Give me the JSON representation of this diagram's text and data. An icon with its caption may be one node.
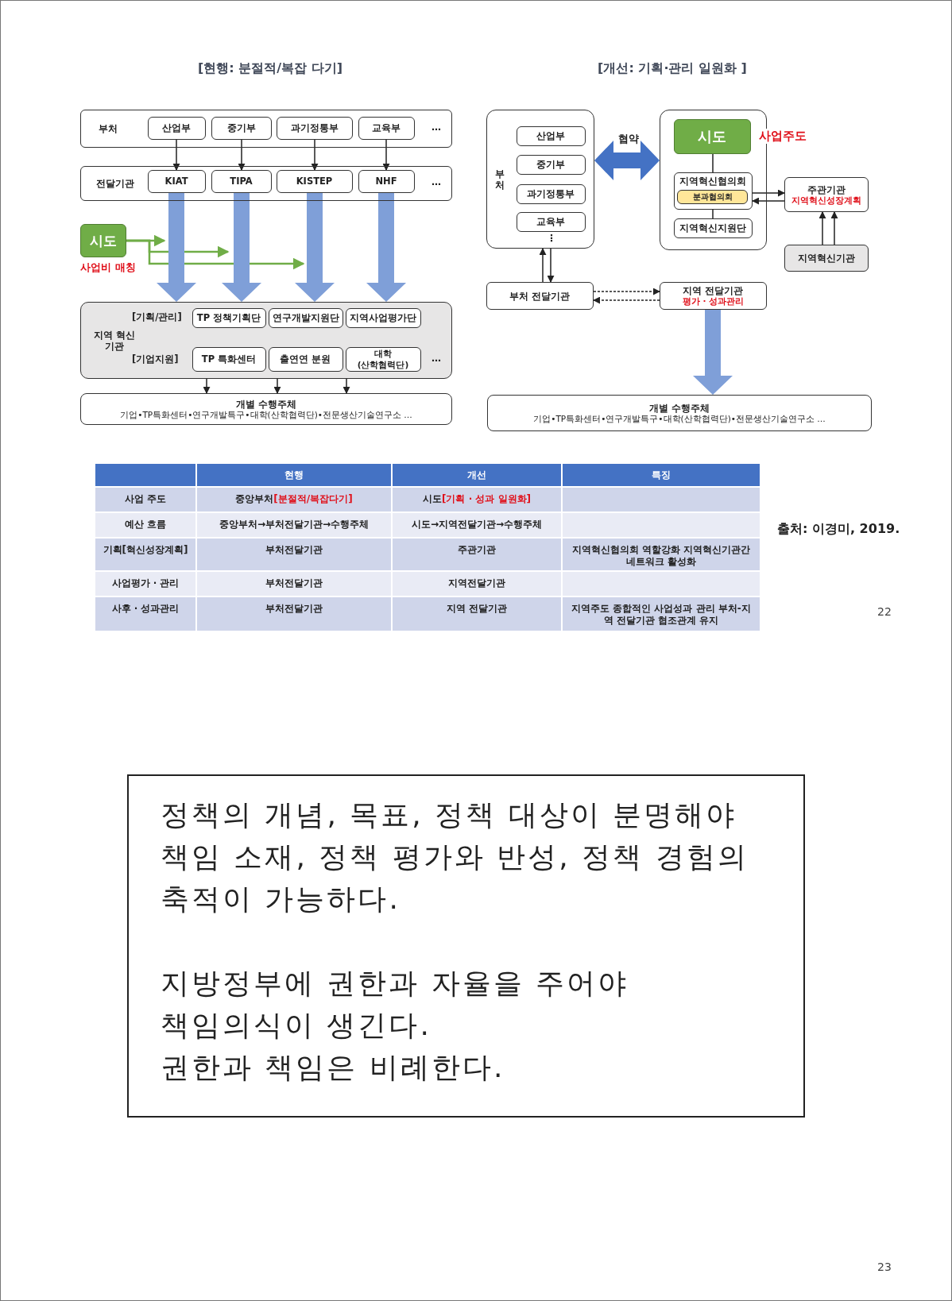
{
  "diagram": {
    "nodes": [
      {
        "text": [
          "부처"
        ]
      },
      {
        "text": [
          "산업부"
        ],
        "in": 0
      },
      {
        "text": [
          "중기부"
        ],
        "in": 0
      },
      {
        "text": [
          "과기정통부"
        ],
        "in": 0
      },
      {
        "text": [
          "교육부"
        ],
        "in": 0
      },
      {
        "text": [
          "전달기관"
        ]
      },
      {
        "text": [
          "KIAT"
        ],
        "in": 5
      },
      {
        "text": [
          "TIPA"
        ],
        "in": 5
      },
      {
        "text": [
          "KISTEP"
        ],
        "in": 5
      },
      {
        "text": [
          "NHF"
        ],
        "in": 5
      },
      {
        "text": [
          "시도"
        ],
        "beside": [
          "사업비 매칭"
        ]
      },
      {
        "text": [
          "지역 혁신기관"
        ]
      },
      {
        "text": [
          "TP 정책기획단"
        ],
        "in": 11
      },
      {
        "text": [
          "연구개발지원단"
        ],
        "in": 11
      },
      {
        "text": [
          "지역사업평가단"
        ],
        "in": 11
      },
      {
        "text": [
          "TP 특화센터"
        ],
        "in": 11
      },
      {
        "text": [
          "출연연 분원"
        ],
        "in": 11
      },
      {
        "text": [
          "대학 (산학협력단)"
        ],
        "in": 11
      },
      {
        "text": [
          "개별 수행주체",
          "기업•TP특화센터•연구개발특구•대학(산학협력단)•전문생산기술연구소 …"
        ]
      },
      {
        "text": [
          "부처"
        ]
      },
      {
        "text": [
          "산업부"
        ],
        "in": 19
      },
      {
        "text": [
          "중기부"
        ],
        "in": 19
      },
      {
        "text": [
          "과기정통부"
        ],
        "in": 19
      },
      {
        "text": [
          "교육부"
        ],
        "in": 19
      },
      {
        "text": [],
        "shape": "box"
      },
      {
        "text": [
          "시도"
        ],
        "in": 24,
        "beside": [
          "사업주도"
        ]
      },
      {
        "text": [
          "지역혁신협의회"
        ],
        "in": 24
      },
      {
        "text": [
          "분과협의회"
        ],
        "in": 26
      },
      {
        "text": [
          "지역혁신지원단"
        ],
        "in": 24
      },
      {
        "text": [
          "주관기관",
          "지역혁신성장계획"
        ]
      },
      {
        "text": [
          "지역혁신기관"
        ]
      },
      {
        "text": [
          "부처 전달기관"
        ]
      },
      {
        "text": [
          "지역 전달기관",
          "평가 · 성과관리"
        ]
      },
      {
        "text": [
          "개별 수행주체",
          "기업•TP특화센터•연구개발특구•대학(산학협력단)•전문생산기술연구소 …"
        ]
      },
      {
        "text": [
          "정책의 개념, 목표, 정책 대상이 분명해야 책임 소재, 정책 평가와 반성, 정책 경험의 축적이 가능하다.",
          "지방정부에 권한과 자율을 주어야 책임의식이 생긴다.",
          "권한과 책임은 비례한다."
        ]
      }
    ],
    "edges": [
      {
        "from": 1,
        "to": 6,
        "arrow": "to"
      },
      {
        "from": 2,
        "to": 7,
        "arrow": "to"
      },
      {
        "from": 3,
        "to": 8,
        "arrow": "to"
      },
      {
        "from": 4,
        "to": 9,
        "arrow": "to"
      },
      {
        "from": 10,
        "to": null,
        "arrow": "to",
        "color": "#70ad47"
      },
      {
        "from": 10,
        "to": null,
        "arrow": "to",
        "color": "#70ad47"
      },
      {
        "from": 10,
        "to": null,
        "arrow": "to",
        "color": "#70ad47"
      },
      {
        "from": 6,
        "to": 11,
        "arrow": "to",
        "style": "thick",
        "color": "#7f9fd8"
      },
      {
        "from": 7,
        "to": 11,
        "arrow": "to",
        "style": "thick",
        "color": "#7f9fd8"
      },
      {
        "from": 8,
        "to": 11,
        "arrow": "to",
        "style": "thick",
        "color": "#7f9fd8"
      },
      {
        "from": 9,
        "to": 11,
        "arrow": "to",
        "style": "thick",
        "color": "#7f9fd8"
      },
      {
        "from": 11,
        "to": 18,
        "arrow": "to"
      },
      {
        "from": 11,
        "to": 18,
        "arrow": "to"
      },
      {
        "from": 11,
        "to": 18,
        "arrow": "to"
      },
      {
        "from": 19,
        "to": 24,
        "arrow": "both",
        "label": "협약",
        "style": "thick",
        "color": "#4472c4"
      },
      {
        "from": 25,
        "to": 26,
        "arrow": "none"
      },
      {
        "from": 26,
        "to": 28,
        "arrow": "none"
      },
      {
        "from": 26,
        "to": 29,
        "arrow": "to"
      },
      {
        "from": 29,
        "to": 26,
        "arrow": "to"
      },
      {
        "from": 30,
        "to": 29,
        "arrow": "to"
      },
      {
        "from": 30,
        "to": 29,
        "arrow": "to"
      },
      {
        "from": 31,
        "to": 19,
        "arrow": "to"
      },
      {
        "from": 19,
        "to": 31,
        "arrow": "to"
      },
      {
        "from": 31,
        "to": 32,
        "arrow": "to",
        "style": "dashed"
      },
      {
        "from": 32,
        "to": 31,
        "arrow": "to",
        "style": "dashed"
      },
      {
        "from": 32,
        "to": 33,
        "arrow": "to",
        "style": "thick",
        "color": "#7f9fd8"
      }
    ],
    "labels": [
      "[현행: 분절적/복잡 다기]",
      "[개선: 기획·관리 일원화 ]",
      "…",
      "…",
      "[기획/관리]",
      "[기업지원]",
      "…",
      "⋮",
      "현행",
      "개선",
      "특징",
      "사업 주도",
      "중앙부처[분절적/복잡다기]",
      "시도[기획 · 성과 일원화]",
      "예산 흐름",
      "중앙부처→부처전달기관→수행주체",
      "시도→지역전달기관→수행주체",
      "기획[혁신성장계획]",
      "부처전달기관",
      "주관기관",
      "지역혁신협의회 역할강화 지역혁신기관간 네트워크 활성화",
      "사업평가 · 관리",
      "부처전달기관",
      "지역전달기관",
      "사후 · 성과관리",
      "부처전달기관",
      "지역 전달기관",
      "지역주도 종합적인 사업성과 관리 부처-지역 전달기관 협조관계 유지",
      "출처: 이경미, 2019.",
      "22",
      "23"
    ]
  }
}
